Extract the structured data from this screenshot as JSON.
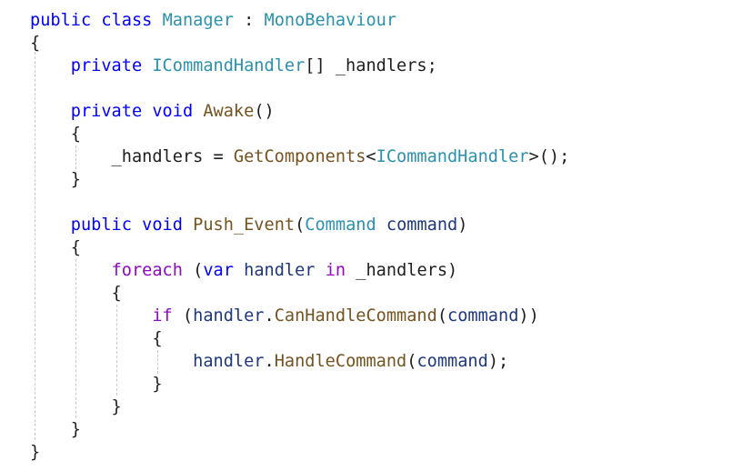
{
  "editor": {
    "colors": {
      "keyword": "#0000ff",
      "control_keyword": "#8f08c4",
      "type": "#2b91af",
      "method": "#74531f",
      "variable": "#1f377f",
      "text": "#1e1e1e",
      "indent_guide": "#c8c8c8"
    },
    "lines": [
      [
        [
          "public",
          "kw"
        ],
        [
          " ",
          "txt"
        ],
        [
          "class",
          "kw"
        ],
        [
          " ",
          "txt"
        ],
        [
          "Manager",
          "type"
        ],
        [
          " : ",
          "txt"
        ],
        [
          "MonoBehaviour",
          "type"
        ]
      ],
      [
        [
          "{",
          "txt"
        ]
      ],
      [
        [
          "    ",
          "txt"
        ],
        [
          "private",
          "kw"
        ],
        [
          " ",
          "txt"
        ],
        [
          "ICommandHandler",
          "type"
        ],
        [
          "[] _handlers;",
          "txt"
        ]
      ],
      [],
      [
        [
          "    ",
          "txt"
        ],
        [
          "private",
          "kw"
        ],
        [
          " ",
          "txt"
        ],
        [
          "void",
          "kw"
        ],
        [
          " ",
          "txt"
        ],
        [
          "Awake",
          "meth"
        ],
        [
          "()",
          "txt"
        ]
      ],
      [
        [
          "    {",
          "txt"
        ]
      ],
      [
        [
          "        _handlers = ",
          "txt"
        ],
        [
          "GetComponents",
          "meth"
        ],
        [
          "<",
          "txt"
        ],
        [
          "ICommandHandler",
          "type"
        ],
        [
          ">();",
          "txt"
        ]
      ],
      [
        [
          "    }",
          "txt"
        ]
      ],
      [],
      [
        [
          "    ",
          "txt"
        ],
        [
          "public",
          "kw"
        ],
        [
          " ",
          "txt"
        ],
        [
          "void",
          "kw"
        ],
        [
          " ",
          "txt"
        ],
        [
          "Push_Event",
          "meth"
        ],
        [
          "(",
          "txt"
        ],
        [
          "Command",
          "type"
        ],
        [
          " ",
          "txt"
        ],
        [
          "command",
          "var"
        ],
        [
          ")",
          "txt"
        ]
      ],
      [
        [
          "    {",
          "txt"
        ]
      ],
      [
        [
          "        ",
          "txt"
        ],
        [
          "foreach",
          "kw2"
        ],
        [
          " (",
          "txt"
        ],
        [
          "var",
          "kw"
        ],
        [
          " ",
          "txt"
        ],
        [
          "handler",
          "var"
        ],
        [
          " ",
          "txt"
        ],
        [
          "in",
          "kw2"
        ],
        [
          " _handlers)",
          "txt"
        ]
      ],
      [
        [
          "        {",
          "txt"
        ]
      ],
      [
        [
          "            ",
          "txt"
        ],
        [
          "if",
          "kw2"
        ],
        [
          " (",
          "txt"
        ],
        [
          "handler",
          "var"
        ],
        [
          ".",
          "txt"
        ],
        [
          "CanHandleCommand",
          "meth"
        ],
        [
          "(",
          "txt"
        ],
        [
          "command",
          "var"
        ],
        [
          "))",
          "txt"
        ]
      ],
      [
        [
          "            {",
          "txt"
        ]
      ],
      [
        [
          "                ",
          "txt"
        ],
        [
          "handler",
          "var"
        ],
        [
          ".",
          "txt"
        ],
        [
          "HandleCommand",
          "meth"
        ],
        [
          "(",
          "txt"
        ],
        [
          "command",
          "var"
        ],
        [
          ");",
          "txt"
        ]
      ],
      [
        [
          "            }",
          "txt"
        ]
      ],
      [
        [
          "        }",
          "txt"
        ]
      ],
      [
        [
          "    }",
          "txt"
        ]
      ],
      [
        [
          "}",
          "txt"
        ]
      ]
    ]
  }
}
